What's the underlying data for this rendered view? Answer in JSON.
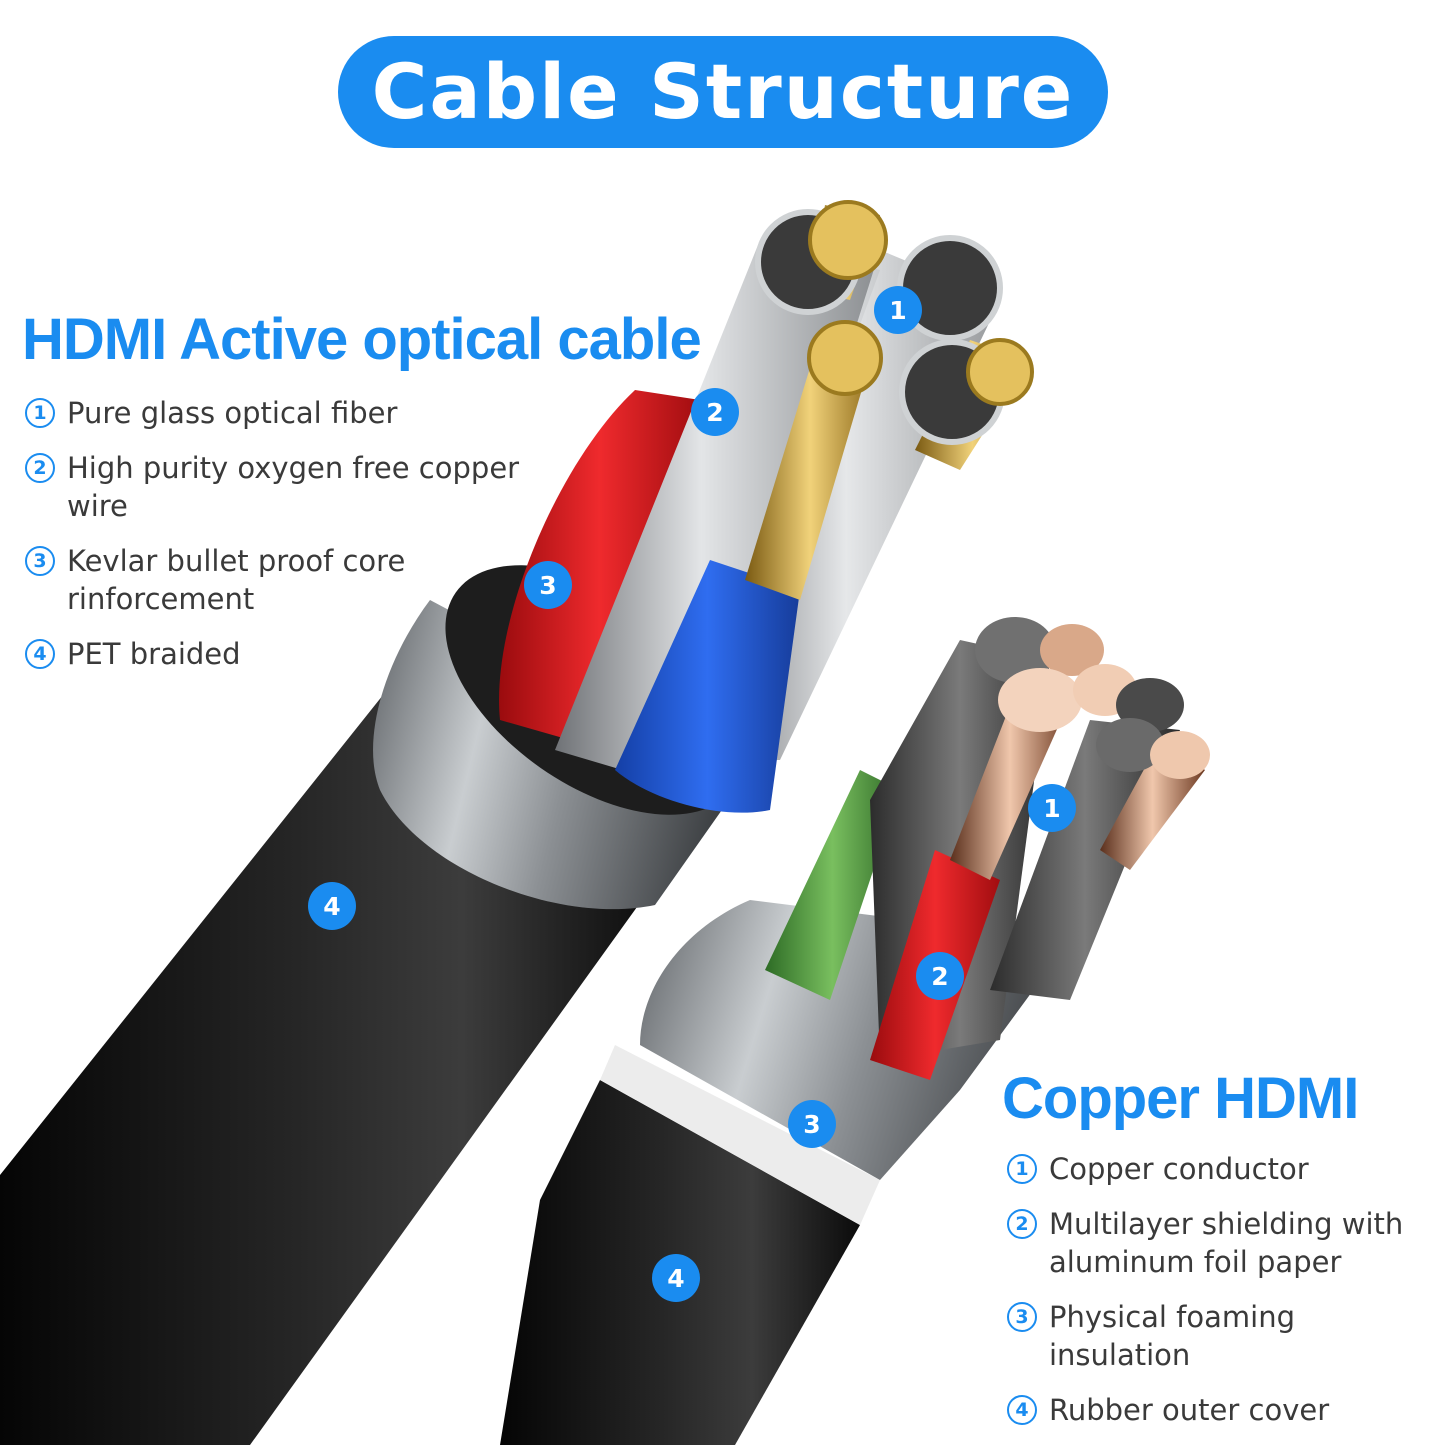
{
  "title": "Cable Structure",
  "colors": {
    "accent": "#1a8cf0",
    "jacket": "#151515",
    "red_core": "#d8161a",
    "blue_core": "#1e5ad8",
    "green_core": "#4c9a3c",
    "gold": "#d9b24a",
    "silver": "#b9bcc0",
    "copper": "#c68e6c"
  },
  "optical": {
    "heading": "HDMI Active optical cable",
    "items": [
      {
        "num": "1",
        "text": "Pure glass optical fiber"
      },
      {
        "num": "2",
        "text": "High purity oxygen free copper wire"
      },
      {
        "num": "3",
        "text": "Kevlar bullet proof core rinforcement"
      },
      {
        "num": "4",
        "text": "PET braided"
      }
    ],
    "callouts": [
      "1",
      "2",
      "3",
      "4"
    ]
  },
  "copper": {
    "heading": "Copper HDMI",
    "items": [
      {
        "num": "1",
        "text": "Copper conductor"
      },
      {
        "num": "2",
        "text": "Multilayer shielding with aluminum foil paper"
      },
      {
        "num": "3",
        "text": "Physical foaming insulation"
      },
      {
        "num": "4",
        "text": "Rubber outer cover"
      }
    ],
    "callouts": [
      "1",
      "2",
      "3",
      "4"
    ]
  }
}
